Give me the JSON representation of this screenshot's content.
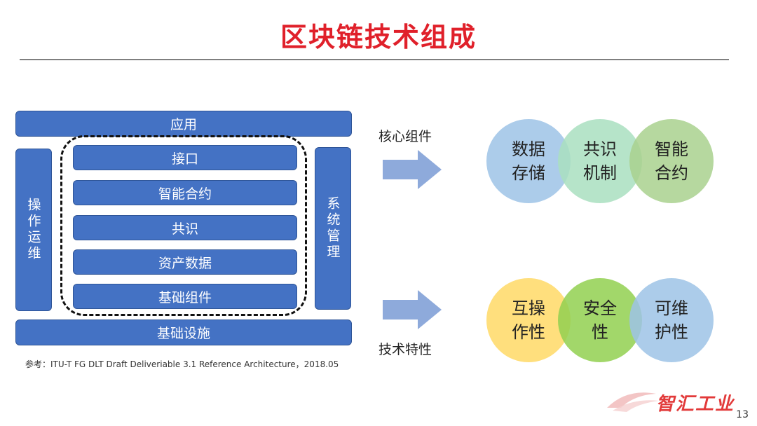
{
  "title": "区块链技术组成",
  "stack": {
    "top": "应用",
    "bottom": "基础设施",
    "left": "操作运维",
    "right": "系统管理",
    "layers": [
      "接口",
      "智能合约",
      "共识",
      "资产数据",
      "基础组件"
    ]
  },
  "reference": "参考：ITU-T FG DLT Draft Deliveriable 3.1 Reference Architecture，2018.05",
  "core": {
    "label": "核心组件",
    "circles": [
      "数据\n存储",
      "共识\n机制",
      "智能\n合约"
    ],
    "colors": [
      "#9dc3e6",
      "#a9dfbf",
      "#a9d18e"
    ]
  },
  "features": {
    "label": "技术特性",
    "circles": [
      "互操\n作性",
      "安全\n性",
      "可维\n护性"
    ],
    "colors": [
      "#ffd966",
      "#92d050",
      "#9dc3e6"
    ]
  },
  "page_number": "13",
  "watermark": "智汇工业"
}
